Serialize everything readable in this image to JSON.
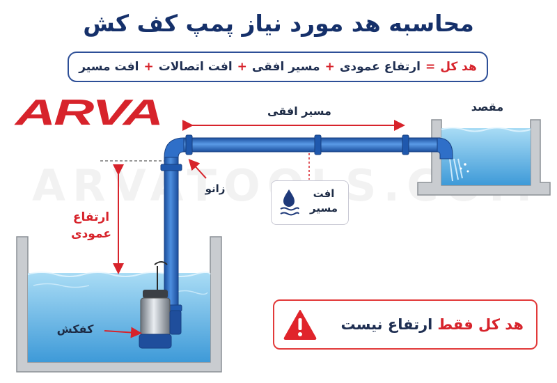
{
  "title": "محاسبه هد مورد نیاز پمپ کف کش",
  "formula": {
    "total_head": "هد کل",
    "equals": "=",
    "terms": [
      "ارتفاع عمودی",
      "مسیر افقی",
      "افت اتصالات",
      "افت مسیر"
    ],
    "plus": "+"
  },
  "logo": {
    "text": "ARVA",
    "color": "#d7232b"
  },
  "watermark": "ARVATOOLS.COM",
  "labels": {
    "destination": "مقصد",
    "horizontal_path": "مسیر افقی",
    "elbow": "زانو",
    "vertical_height_line1": "ارتفاع",
    "vertical_height_line2": "عمودی",
    "pump": "کفکش",
    "path_loss_line1": "افت",
    "path_loss_line2": "مسیر"
  },
  "note": {
    "part1": "هد کل فقط",
    "part2": "ارتفاع نیست"
  },
  "icons": {
    "water_drop": "water-drop-icon",
    "warning": "warning-icon"
  },
  "colors": {
    "accent_red": "#d7232b",
    "navy": "#15306a",
    "pipe_blue": "#2767c4",
    "water_blue": "#7fc4ec"
  }
}
